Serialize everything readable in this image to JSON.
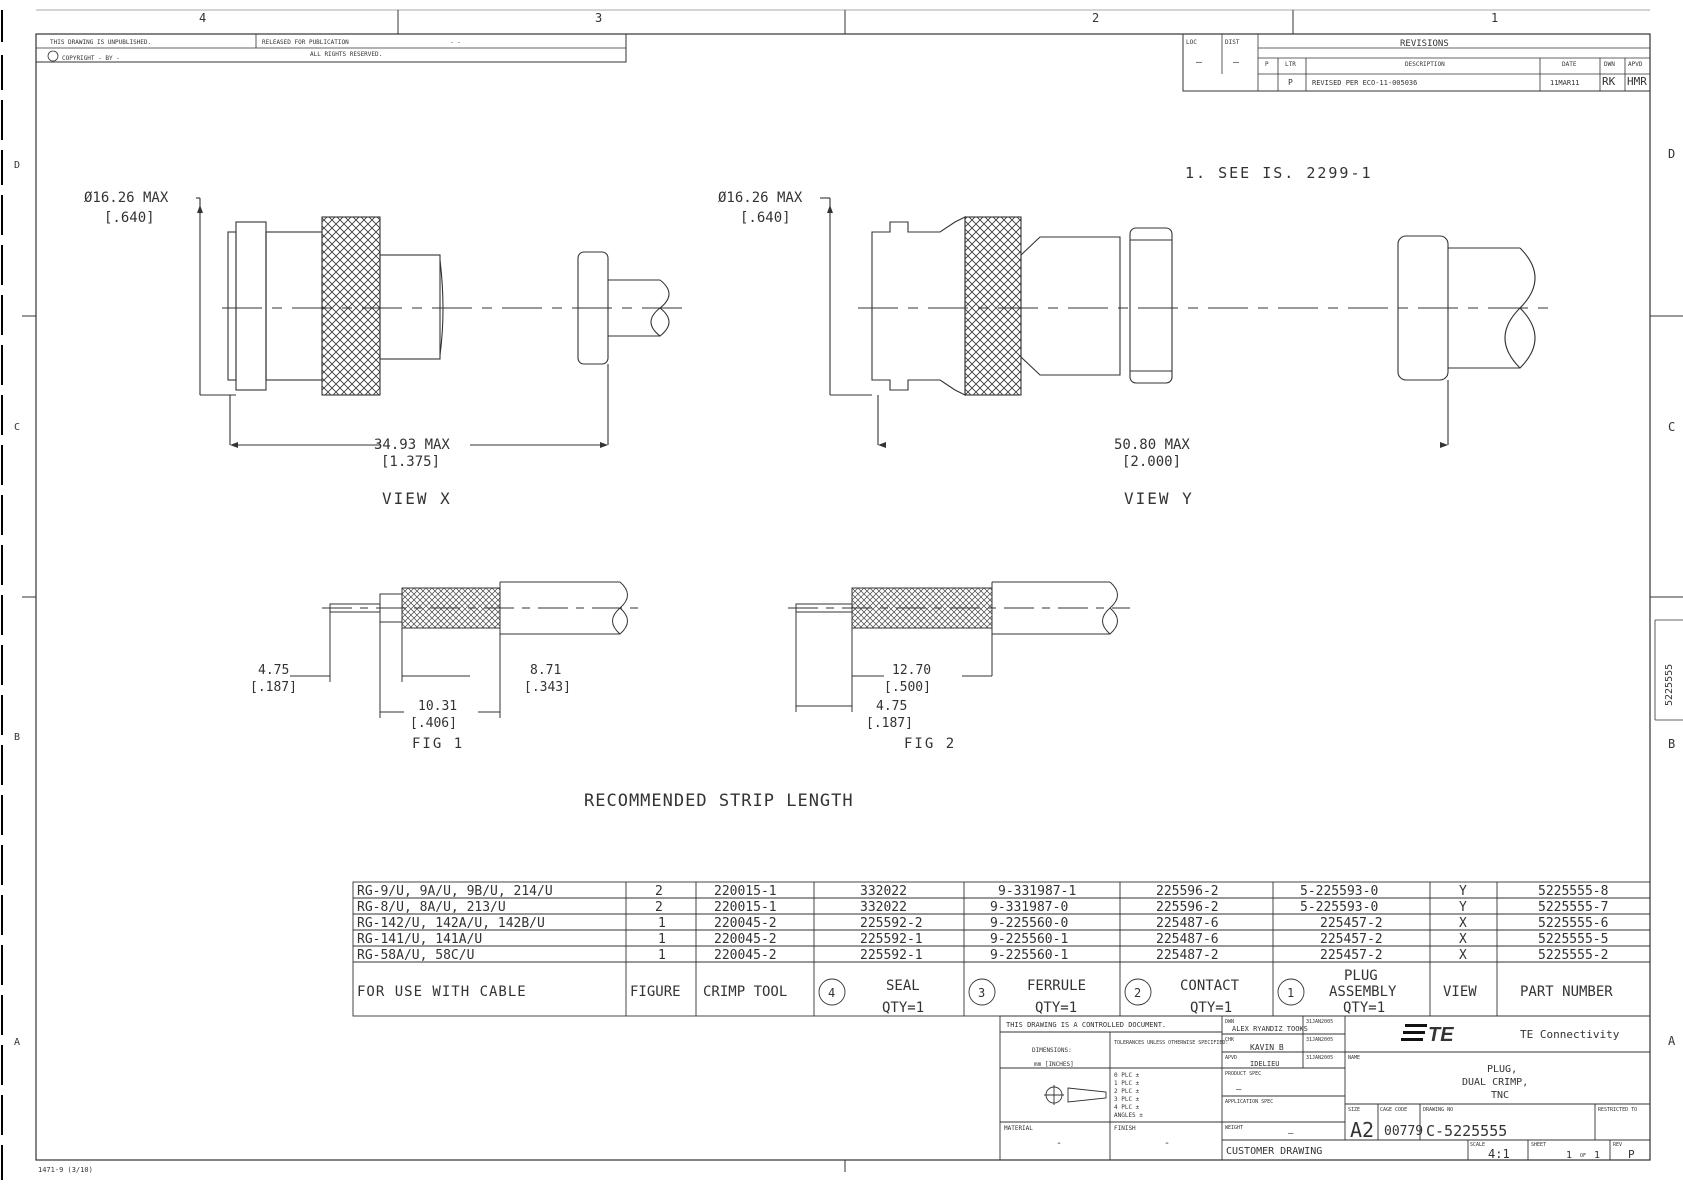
{
  "zones": {
    "top": [
      "4",
      "3",
      "2",
      "1"
    ],
    "right": [
      "D",
      "C",
      "B",
      "A"
    ],
    "left": [
      "D",
      "C",
      "B",
      "A"
    ]
  },
  "header": {
    "unpublished": "THIS DRAWING IS UNPUBLISHED.",
    "copyright": "COPYRIGHT  -  BY -",
    "released": "RELEASED FOR PUBLICATION",
    "released_val": "-  -",
    "rights": "ALL RIGHTS RESERVED."
  },
  "revisions": {
    "loc_label": "LOC",
    "dist_label": "DIST",
    "loc_val": "—",
    "dist_val": "—",
    "title": "REVISIONS",
    "col_p": "P",
    "col_ltr": "LTR",
    "col_desc": "DESCRIPTION",
    "col_date": "DATE",
    "col_dwn": "DWN",
    "col_apvd": "APVD",
    "row_p": "P",
    "row_desc": "REVISED PER ECO-11-005036",
    "row_date": "11MAR11",
    "row_dwn": "RK",
    "row_apvd": "HMR"
  },
  "note": "1. SEE IS. 2299-1",
  "view_x": {
    "dia": "Ø16.26 MAX",
    "dia_in": "[.640]",
    "length": "34.93 MAX",
    "length_in": "[1.375]",
    "label": "VIEW X"
  },
  "view_y": {
    "dia": "Ø16.26 MAX",
    "dia_in": "[.640]",
    "length": "50.80 MAX",
    "length_in": "[2.000]",
    "label": "VIEW Y"
  },
  "fig1": {
    "d1": "4.75",
    "d1_in": "[.187]",
    "d2": "8.71",
    "d2_in": "[.343]",
    "d3": "10.31",
    "d3_in": "[.406]",
    "label": "FIG 1"
  },
  "fig2": {
    "d1": "12.70",
    "d1_in": "[.500]",
    "d2": "4.75",
    "d2_in": "[.187]",
    "label": "FIG 2"
  },
  "strip_title": "RECOMMENDED STRIP LENGTH",
  "table": {
    "rows": [
      [
        "RG-9/U, 9A/U, 9B/U, 214/U",
        "2",
        "220015-1",
        "332022",
        "9-331987-1",
        "225596-2",
        "5-225593-0",
        "Y",
        "5225555-8"
      ],
      [
        "RG-8/U, 8A/U, 213/U",
        "2",
        "220015-1",
        "332022",
        "9-331987-0",
        "225596-2",
        "5-225593-0",
        "Y",
        "5225555-7"
      ],
      [
        "RG-142/U, 142A/U, 142B/U",
        "1",
        "220045-2",
        "225592-2",
        "9-225560-0",
        "225487-6",
        "225457-2",
        "X",
        "5225555-6"
      ],
      [
        "RG-141/U, 141A/U",
        "1",
        "220045-2",
        "225592-1",
        "9-225560-1",
        "225487-6",
        "225457-2",
        "X",
        "5225555-5"
      ],
      [
        "RG-58A/U, 58C/U",
        "1",
        "220045-2",
        "225592-1",
        "9-225560-1",
        "225487-2",
        "225457-2",
        "X",
        "5225555-2"
      ]
    ],
    "h_cable": "FOR USE WITH CABLE",
    "h_figure": "FIGURE",
    "h_crimp": "CRIMP TOOL",
    "h_seal_n": "4",
    "h_seal": "SEAL",
    "h_seal_q": "QTY=1",
    "h_ferrule_n": "3",
    "h_ferrule": "FERRULE",
    "h_ferrule_q": "QTY=1",
    "h_contact_n": "2",
    "h_contact": "CONTACT",
    "h_contact_q": "QTY=1",
    "h_plug_n": "1",
    "h_plug": "PLUG",
    "h_plug2": "ASSEMBLY",
    "h_plug_q": "QTY=1",
    "h_view": "VIEW",
    "h_part": "PART NUMBER"
  },
  "title_block": {
    "controlled": "THIS DRAWING IS A CONTROLLED DOCUMENT.",
    "dimensions": "DIMENSIONS:",
    "units": "mm [INCHES]",
    "tolerances": "TOLERANCES UNLESS OTHERWISE SPECIFIED:",
    "tol_lines": [
      "0 PLC  ±",
      "1 PLC  ±",
      "2 PLC  ±",
      "3 PLC  ±",
      "4 PLC  ±",
      "ANGLES ±"
    ],
    "material": "MATERIAL",
    "material_val": "-",
    "finish": "FINISH",
    "finish_val": "-",
    "dwn": "DWN",
    "dwn_name": "ALEX RYANDIZ TOOKS",
    "dwn_date": "31JAN2005",
    "chk": "CHK",
    "chk_name": "KAVIN B",
    "chk_date": "31JAN2005",
    "apvd": "APVD",
    "apvd_name": "IDELIEU",
    "apvd_date": "31JAN2005",
    "product_spec": "PRODUCT SPEC",
    "product_spec_val": "—",
    "app_spec": "APPLICATION SPEC",
    "weight": "WEIGHT",
    "weight_val": "—",
    "customer": "CUSTOMER DRAWING",
    "company": "TE Connectivity",
    "name_label": "NAME",
    "name1": "PLUG,",
    "name2": "DUAL CRIMP,",
    "name3": "TNC",
    "size_label": "SIZE",
    "size": "A2",
    "cage_label": "CAGE CODE",
    "cage": "00779",
    "dwg_label": "DRAWING NO",
    "dwg": "C-5225555",
    "restricted": "RESTRICTED TO",
    "scale_label": "SCALE",
    "scale": "4:1",
    "sheet_label": "SHEET",
    "sheet": "1",
    "of": "OF",
    "sheet_of": "1",
    "rev_label": "REV",
    "rev": "P"
  },
  "side_number": "5225555",
  "form_no": "1471-9  (3/10)"
}
